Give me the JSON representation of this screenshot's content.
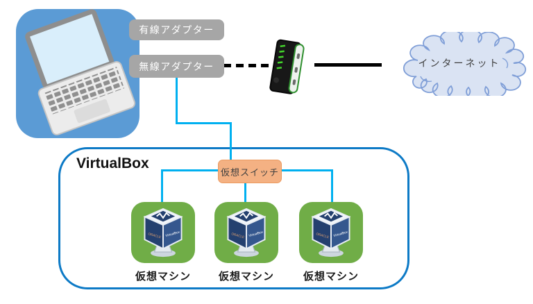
{
  "host": {
    "wired_adapter_label": "有線アダプター",
    "wireless_adapter_label": "無線アダプター"
  },
  "internet": {
    "cloud_label": "インターネット"
  },
  "virtualbox": {
    "title": "VirtualBox",
    "virtual_switch_label": "仮想スイッチ",
    "vms": [
      {
        "label": "仮想マシン"
      },
      {
        "label": "仮想マシン"
      },
      {
        "label": "仮想マシン"
      }
    ]
  },
  "icons": {
    "laptop": "laptop-icon",
    "router": "router-icon",
    "cloud": "internet-cloud-shape",
    "vm": "virtualbox-cube-icon"
  },
  "colors": {
    "laptop_bg": "#5b9bd5",
    "adapter_bg": "#a6a6a6",
    "adapter_text": "#ffffff",
    "connector_cyan": "#00b0f0",
    "connector_black": "#000000",
    "virtualbox_border": "#0d7ac6",
    "switch_bg": "#f4b183",
    "switch_border": "#ec9a5f",
    "vm_green": "#70ad47",
    "cloud_fill": "#dae3f3",
    "cloud_stroke": "#7f9ed7",
    "led_green": "#44d62c"
  }
}
